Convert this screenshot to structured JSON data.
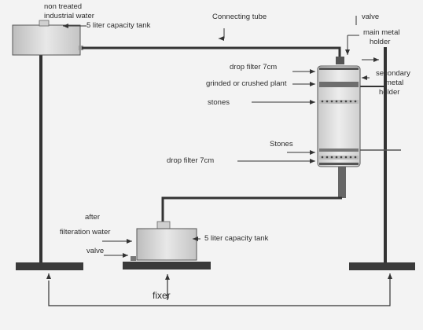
{
  "labels": {
    "non_treated": "non treated",
    "industrial_water": "industrial water",
    "tank_top": "5 liter capacity tank",
    "connecting_tube": "Connecting tube",
    "valve_top": "valve",
    "main_metal_holder_1": "main metal",
    "main_metal_holder_2": "holder",
    "drop_filter_top": "drop filter 7cm",
    "grinded_plant": "grinded or crushed plant",
    "stones_upper": "stones",
    "secondary_1": "secondary",
    "secondary_2": "metal",
    "secondary_3": "holder",
    "stones_lower": "Stones",
    "drop_filter_bottom": "drop filter 7cm",
    "after": "after",
    "filteration_water": "filteration water",
    "valve_bottom": "valve",
    "tank_bottom": "5 liter capacity tank",
    "fixer": "fixer"
  },
  "colors": {
    "frame": "#f3f3f3",
    "line": "#333333",
    "tank_fill": "#d9d9d9",
    "filter_band": "#6e6e6e",
    "base": "#3a3a3a"
  }
}
